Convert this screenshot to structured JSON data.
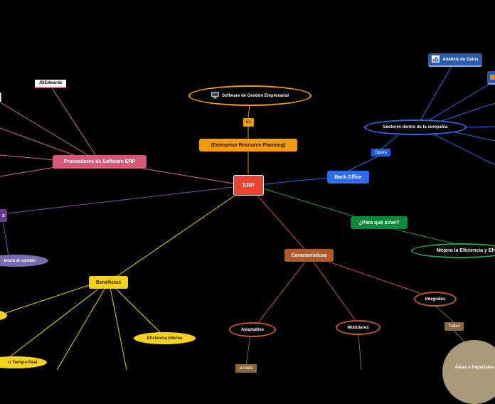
{
  "center": {
    "label": "ERP",
    "color": "#e8432e"
  },
  "expansion": {
    "label": "(Enterprise Resource Planning)",
    "color": "#f29a10"
  },
  "es_tag": "Es",
  "software": {
    "label": "Software de Gestión Empresarial",
    "icon": "monitor-icon"
  },
  "providers": {
    "label": "Proveedores de Software ERP",
    "color": "#d45a7a"
  },
  "jdedwards": "JDEdwards",
  "partial_s": "s",
  "partial_cambio": "encia al cambio",
  "back_office": "Back Office",
  "opera_tag": "Opera",
  "sectores": "Sectores dentro de la compañía",
  "analisis": {
    "label": "Análisis de Datos",
    "icon": "bar-chart-icon"
  },
  "para_que": "¿Para qué sirve?",
  "mejora": "Mejora la Eficiencia y Efi",
  "caracteristicas": "Características",
  "integrales": "Integrales",
  "todas_tag": "Todas",
  "areas": "Áreas o Departame",
  "modulares": "Modulares",
  "adaptables": "Adaptables",
  "a_cada_tag": "a cada",
  "beneficios": "Beneficios",
  "eficiencia_interna": "Eficiencia interna",
  "tiempo_real": "n Tiempo Real"
}
